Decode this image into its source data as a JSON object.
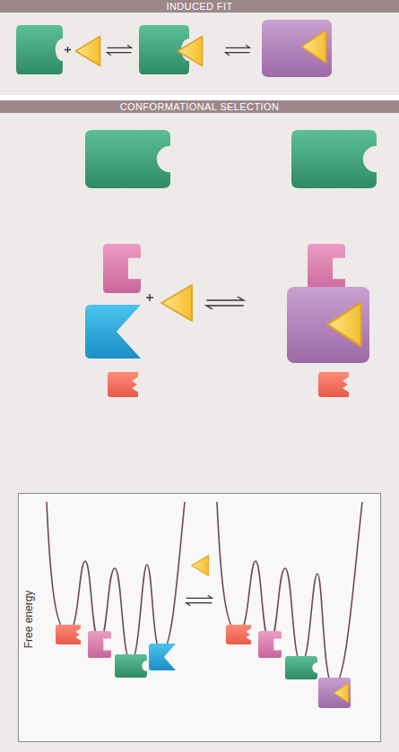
{
  "diagram": {
    "nodes": [
      {
        "text": [
          "INDUCED FIT"
        ]
      },
      {
        "text": [
          "CONFORMATIONAL SELECTION"
        ]
      },
      {
        "text": [
          "Free energy"
        ],
        "in": 1
      }
    ]
  }
}
